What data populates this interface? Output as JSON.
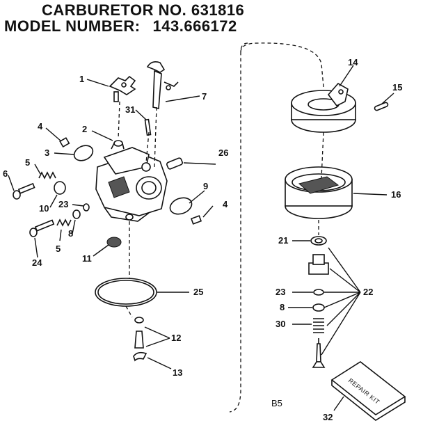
{
  "header": {
    "title_line1": "CARBURETOR NO. 631816",
    "title_line2_label": "MODEL NUMBER:",
    "title_line2_value": "143.666172"
  },
  "callouts": {
    "c1": "1",
    "c2": "2",
    "c3": "3",
    "c4a": "4",
    "c4b": "4",
    "c5a": "5",
    "c5b": "5",
    "c6": "6",
    "c7": "7",
    "c8a": "8",
    "c8b": "8",
    "c9": "9",
    "c10": "10",
    "c11": "11",
    "c12": "12",
    "c13": "13",
    "c14": "14",
    "c15": "15",
    "c16": "16",
    "c21": "21",
    "c22": "22",
    "c23a": "23",
    "c23b": "23",
    "c24": "24",
    "c25": "25",
    "c26": "26",
    "c30": "30",
    "c31": "31",
    "c32": "32"
  },
  "kit_label": "REPAIR KIT",
  "figure_code": "B5"
}
